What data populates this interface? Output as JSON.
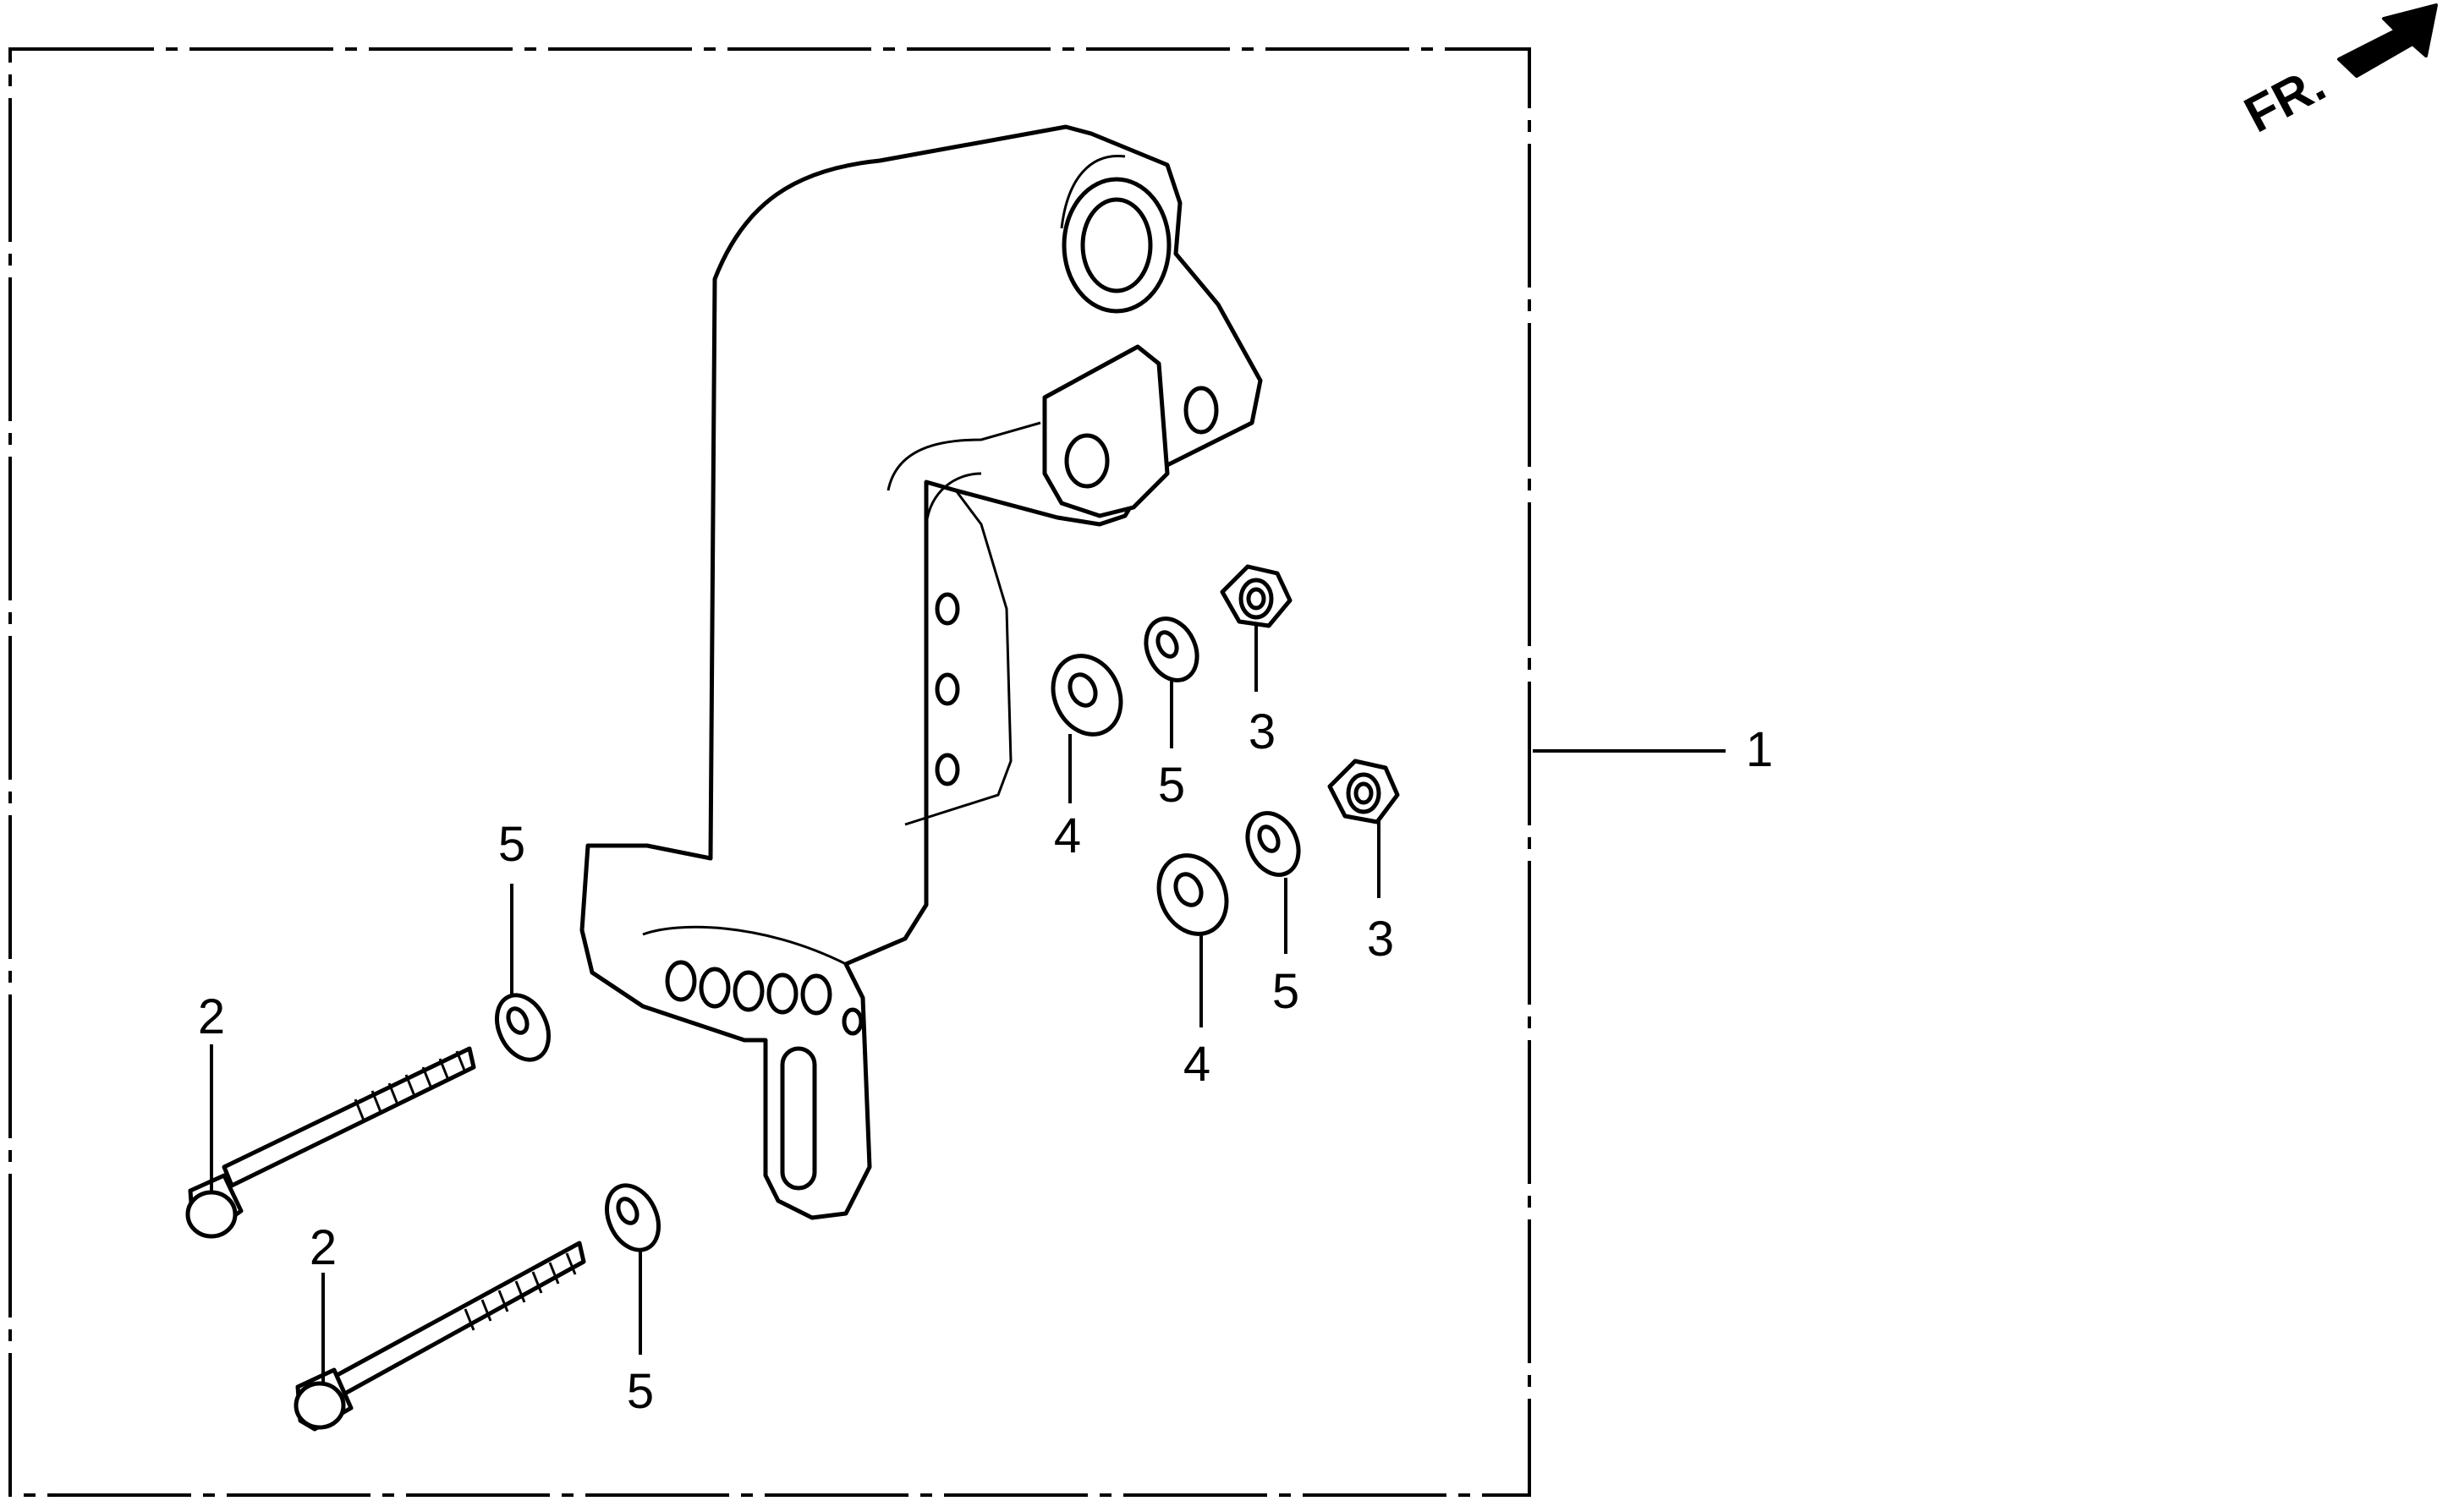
{
  "direction": {
    "label": "FR."
  },
  "callouts": [
    {
      "id": "1",
      "text": "1"
    },
    {
      "id": "2a",
      "text": "2"
    },
    {
      "id": "2b",
      "text": "2"
    },
    {
      "id": "3a",
      "text": "3"
    },
    {
      "id": "3b",
      "text": "3"
    },
    {
      "id": "4a",
      "text": "4"
    },
    {
      "id": "4b",
      "text": "4"
    },
    {
      "id": "5a",
      "text": "5"
    },
    {
      "id": "5b",
      "text": "5"
    },
    {
      "id": "5c",
      "text": "5"
    },
    {
      "id": "5d",
      "text": "5"
    }
  ],
  "colors": {
    "ink": "#000000",
    "paper": "#ffffff"
  }
}
